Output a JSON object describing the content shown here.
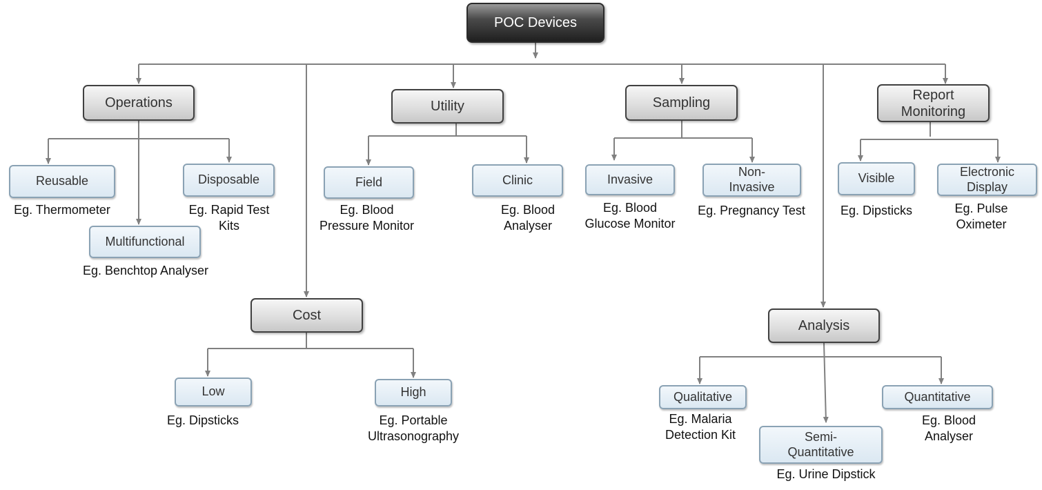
{
  "root": "POC Devices",
  "categories": {
    "operations": "Operations",
    "cost": "Cost",
    "utility": "Utility",
    "sampling": "Sampling",
    "analysis": "Analysis",
    "report": [
      "Report",
      "Monitoring"
    ]
  },
  "leaves": {
    "reusable": "Reusable",
    "disposable": "Disposable",
    "multifunctional": "Multifunctional",
    "low": "Low",
    "high": "High",
    "field": "Field",
    "clinic": "Clinic",
    "invasive": "Invasive",
    "non_invasive": [
      "Non-",
      "Invasive"
    ],
    "visible": "Visible",
    "electronic_display": [
      "Electronic",
      "Display"
    ],
    "qualitative": "Qualitative",
    "semi_quantitative": [
      "Semi-",
      "Quantitative"
    ],
    "quantitative": "Quantitative"
  },
  "examples": {
    "reusable": [
      "Eg. Thermometer"
    ],
    "disposable": [
      "Eg. Rapid Test",
      "Kits"
    ],
    "multifunctional": [
      "Eg. Benchtop Analyser"
    ],
    "low": [
      "Eg. Dipsticks"
    ],
    "high": [
      "Eg. Portable",
      "Ultrasonography"
    ],
    "field": [
      "Eg. Blood",
      "Pressure Monitor"
    ],
    "clinic": [
      "Eg. Blood",
      "Analyser"
    ],
    "invasive": [
      "Eg. Blood",
      "Glucose Monitor"
    ],
    "non_invasive": [
      "Eg. Pregnancy Test"
    ],
    "visible": [
      "Eg. Dipsticks"
    ],
    "electronic_display": [
      "Eg. Pulse",
      "Oximeter"
    ],
    "qualitative": [
      "Eg. Malaria",
      "Detection Kit"
    ],
    "semi_quantitative": [
      "Eg. Urine Dipstick"
    ],
    "quantitative": [
      "Eg. Blood",
      "Analyser"
    ]
  },
  "colors": {
    "connector": "#808080",
    "root_fill_dark": "#1f1f1f",
    "category_border": "#404040",
    "leaf_border": "#8aa2b4",
    "leaf_fill": "#dbe8f2"
  }
}
